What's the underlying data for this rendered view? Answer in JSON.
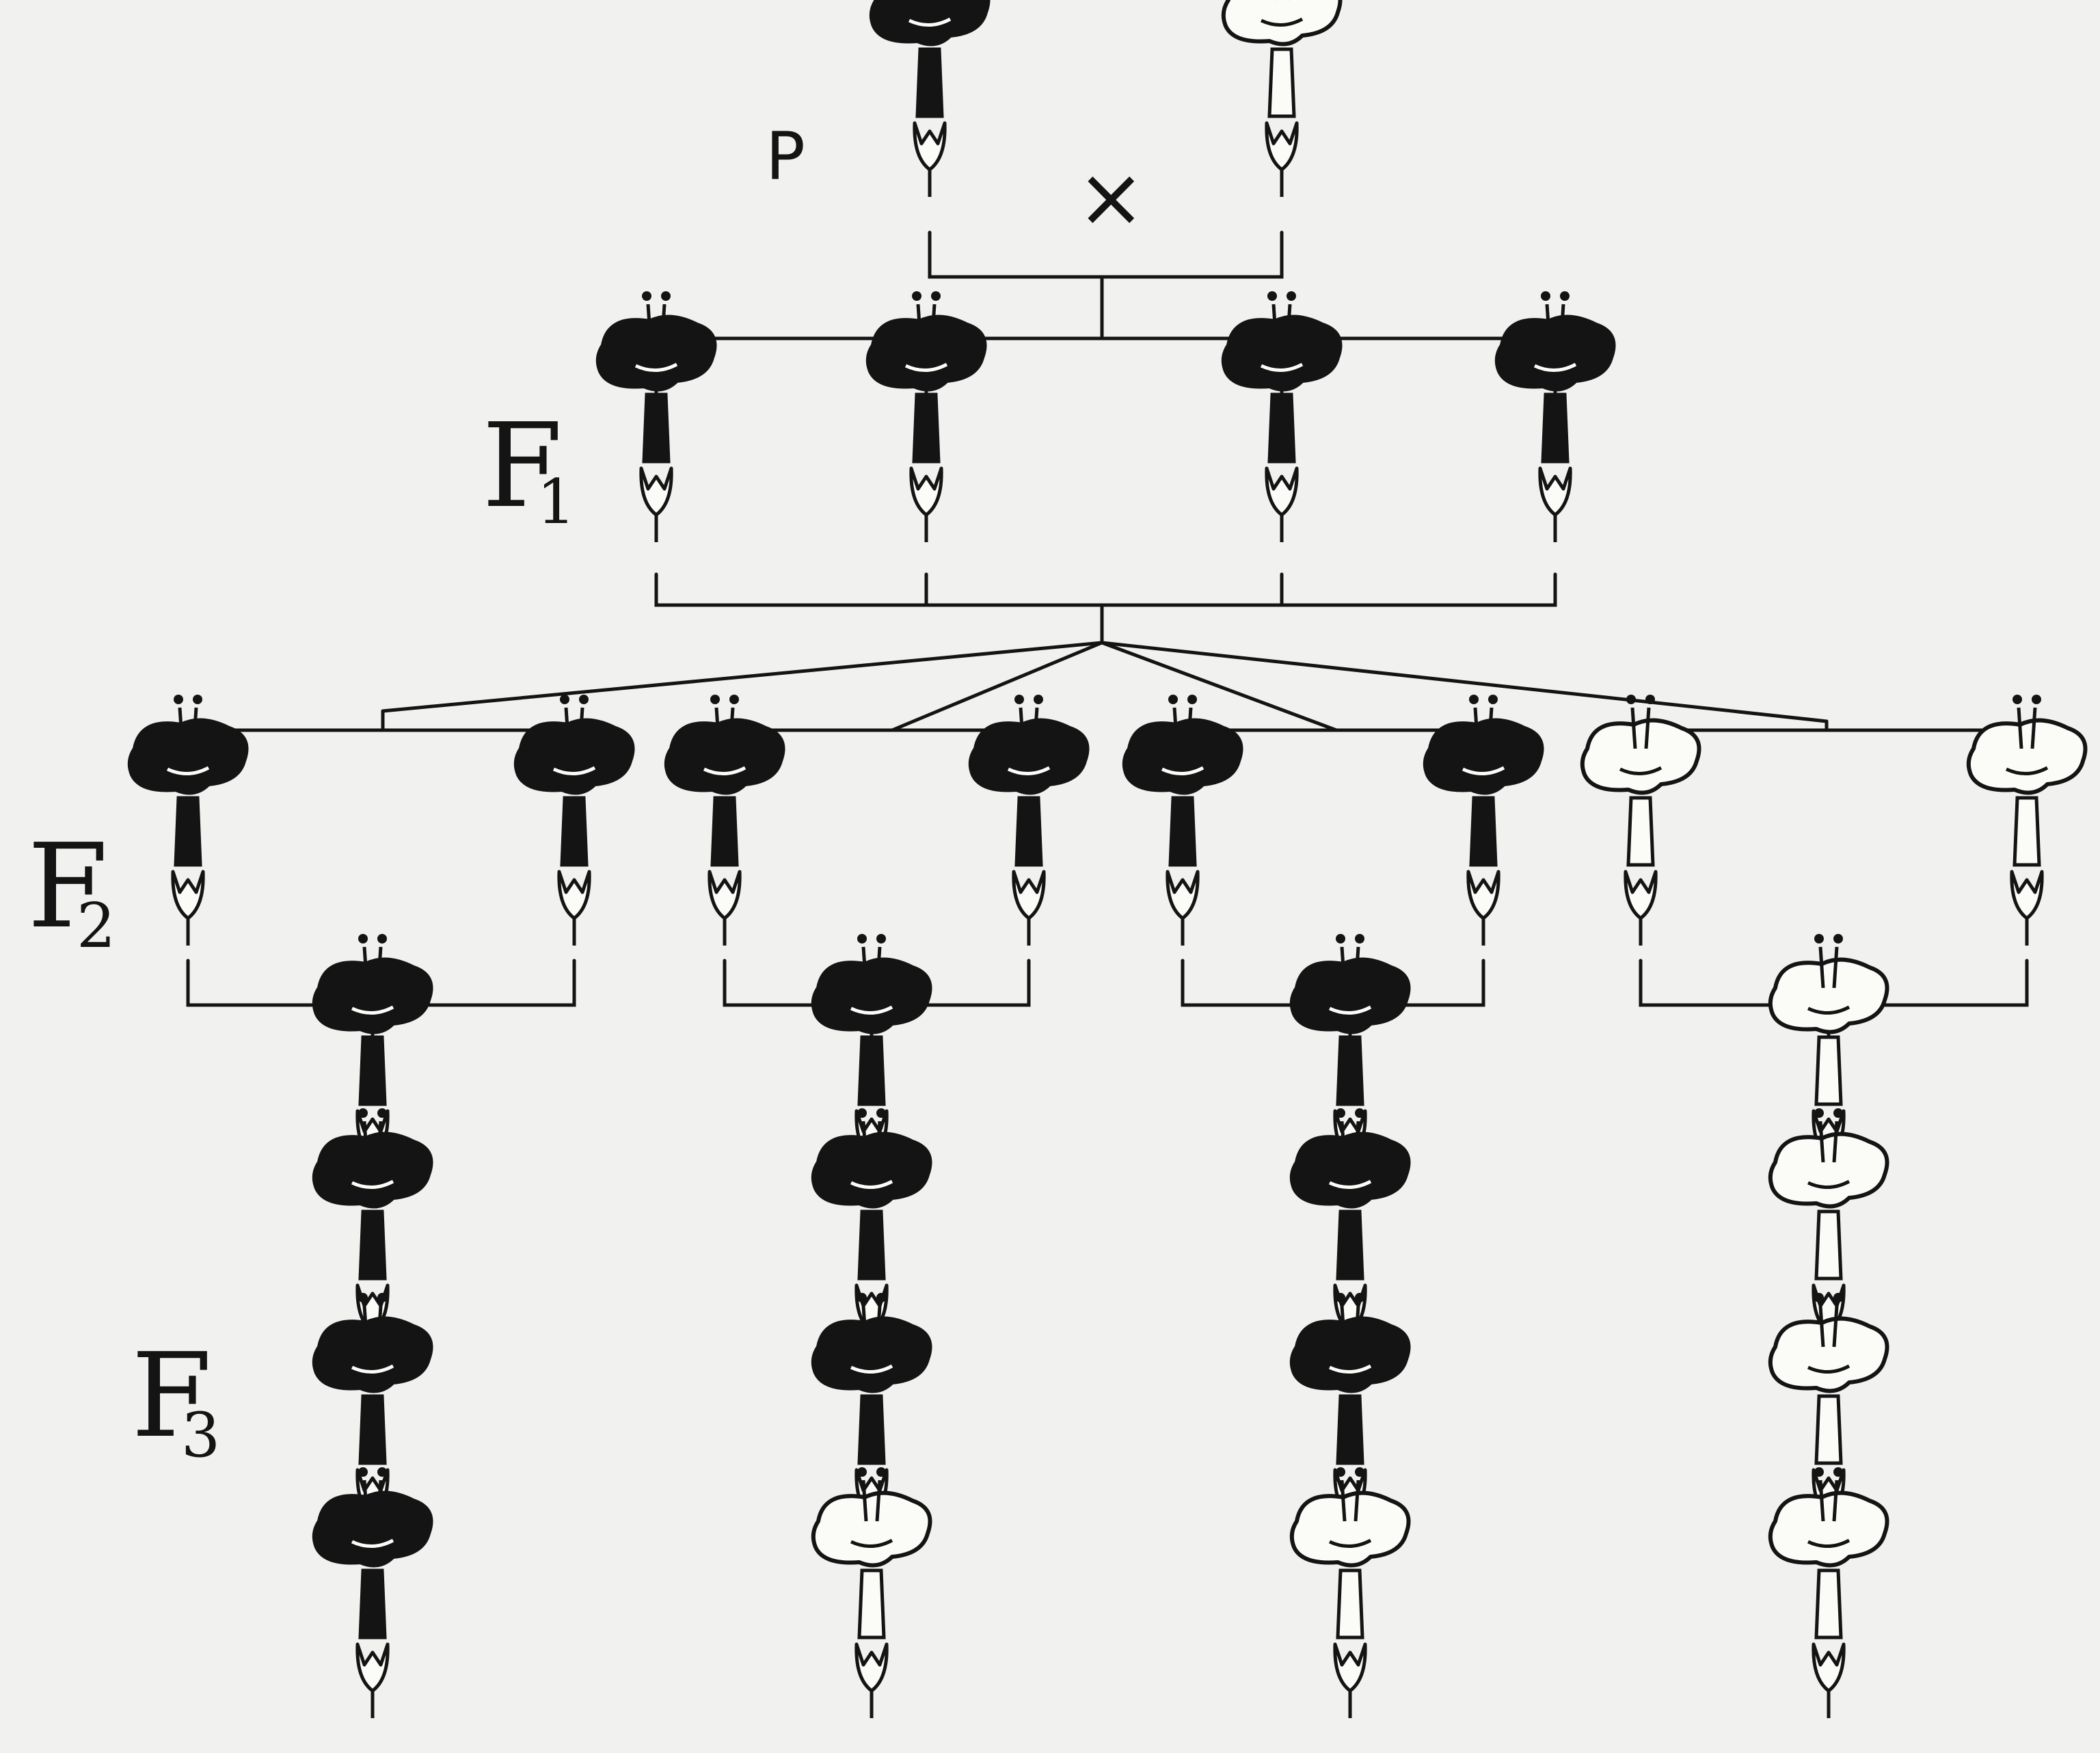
{
  "labels": {
    "parental": "P",
    "cross_symbol": "×",
    "f1": {
      "letter": "F",
      "sub": "1"
    },
    "f2": {
      "letter": "F",
      "sub": "2"
    },
    "f3": {
      "letter": "F",
      "sub": "3"
    }
  },
  "colors": {
    "background": "#f1f1ef",
    "ink": "#141414",
    "dark_flower": "#141414",
    "light_flower": "#fbfbf8"
  },
  "generations": {
    "P": [
      "dark",
      "light"
    ],
    "F1": [
      "dark",
      "dark",
      "dark",
      "dark"
    ],
    "F2": [
      "dark",
      "dark",
      "dark",
      "dark",
      "dark",
      "dark",
      "light",
      "light"
    ],
    "F3": [
      [
        "dark",
        "dark",
        "dark",
        "dark"
      ],
      [
        "dark",
        "dark",
        "dark",
        "light"
      ],
      [
        "dark",
        "dark",
        "dark",
        "light"
      ],
      [
        "light",
        "light",
        "light",
        "light"
      ]
    ]
  },
  "icons": {
    "dark_flower": "flower-dark-icon",
    "light_flower": "flower-light-icon"
  }
}
